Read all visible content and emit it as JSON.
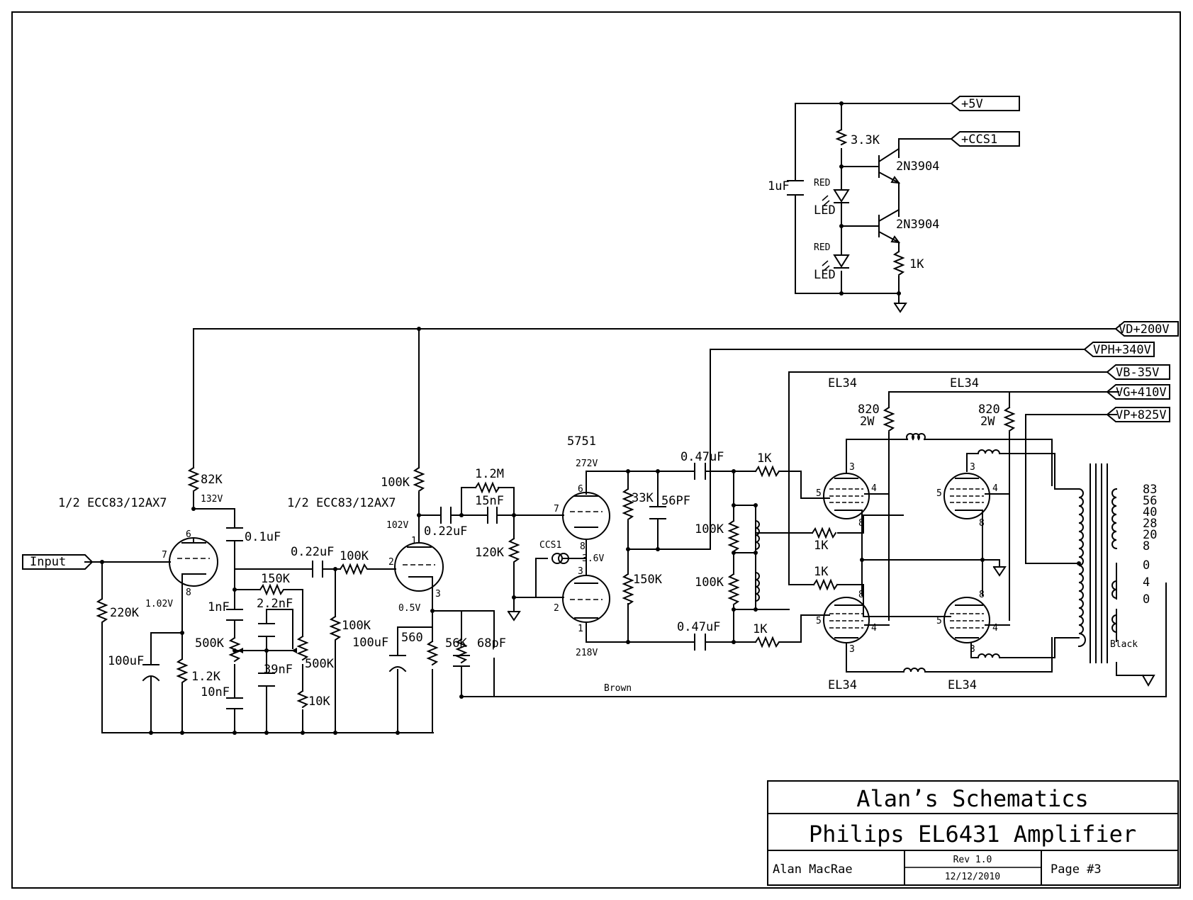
{
  "circuit": {
    "rails": [
      "+5V",
      "+CCS1",
      "VD+200V",
      "VPH+340V",
      "VB-35V",
      "VG+410V",
      "VP+825V"
    ],
    "input_label": "Input",
    "stage1": {
      "tube": "1/2 ECC83/12AX7",
      "plate_resistor": "82K",
      "plate_voltage": "132V",
      "cathode_voltage": "1.02V",
      "coupling_cap": "0.1uF",
      "grid_resistor": "220K",
      "cathode_resistor": "1.2K",
      "cathode_cap": "100uF",
      "pins": [
        "6",
        "7",
        "8"
      ]
    },
    "tone": {
      "cap_1nF": "1nF",
      "pot1": "500K",
      "cap_10nF": "10nF",
      "res_150K": "150K",
      "cap_2_2nF": "2.2nF",
      "pot2": "500K",
      "cap_39nF": "39nF",
      "res_10K": "10K"
    },
    "stage2": {
      "tube": "1/2 ECC83/12AX7",
      "coupling_cap": "0.22uF",
      "grid_stop": "100K",
      "grid_leak": "100K",
      "plate_resistor": "100K",
      "plate_voltage": "102V",
      "cathode_voltage": "0.5V",
      "cathode_cap": "100uF",
      "cathode_resistor": "560",
      "fb_resistor": "56K",
      "fb_cap": "68pF",
      "pins": [
        "1",
        "2",
        "3"
      ]
    },
    "interstage": {
      "cap": "0.22uF",
      "res_1_2M": "1.2M",
      "cap_15nF": "15nF",
      "res_120K": "120K"
    },
    "phase_inverter": {
      "tube": "5751",
      "plate_voltage": "272V",
      "cathode_voltage": "3.6V",
      "bottom_voltage": "218V",
      "ccs": "CCS1",
      "res_33K": "33K",
      "cap_56PF": "56PF",
      "res_150K": "150K",
      "pins": [
        "6",
        "7",
        "8",
        "3",
        "2",
        "1"
      ]
    },
    "output": {
      "cap_top": "0.47uF",
      "cap_bottom": "0.47uF",
      "grid_res": [
        "1K",
        "1K",
        "1K",
        "1K"
      ],
      "bias_res": [
        "100K",
        "100K"
      ],
      "screen_res": [
        "820",
        "820"
      ],
      "screen_watt": [
        "2W",
        "2W"
      ],
      "tube_labels": [
        "EL34",
        "EL34",
        "EL34",
        "EL34"
      ],
      "pins": [
        "3",
        "5",
        "4",
        "8"
      ]
    },
    "ccs_circuit": {
      "res_3_3K": "3.3K",
      "transistor1": "2N3904",
      "transistor2": "2N3904",
      "cap_1uF": "1uF",
      "led_color": "RED",
      "led": "LED",
      "res_1K": "1K"
    },
    "transformer_taps": [
      "83",
      "56",
      "40",
      "28",
      "20",
      "8",
      "0",
      "4",
      "0"
    ],
    "black_label": "Black",
    "brown_label": "Brown"
  },
  "title_block": {
    "company": "Alan’s Schematics",
    "title": "Philips EL6431 Amplifier",
    "author": "Alan MacRae",
    "rev": "Rev 1.0",
    "date": "12/12/2010",
    "page": "Page #3"
  }
}
